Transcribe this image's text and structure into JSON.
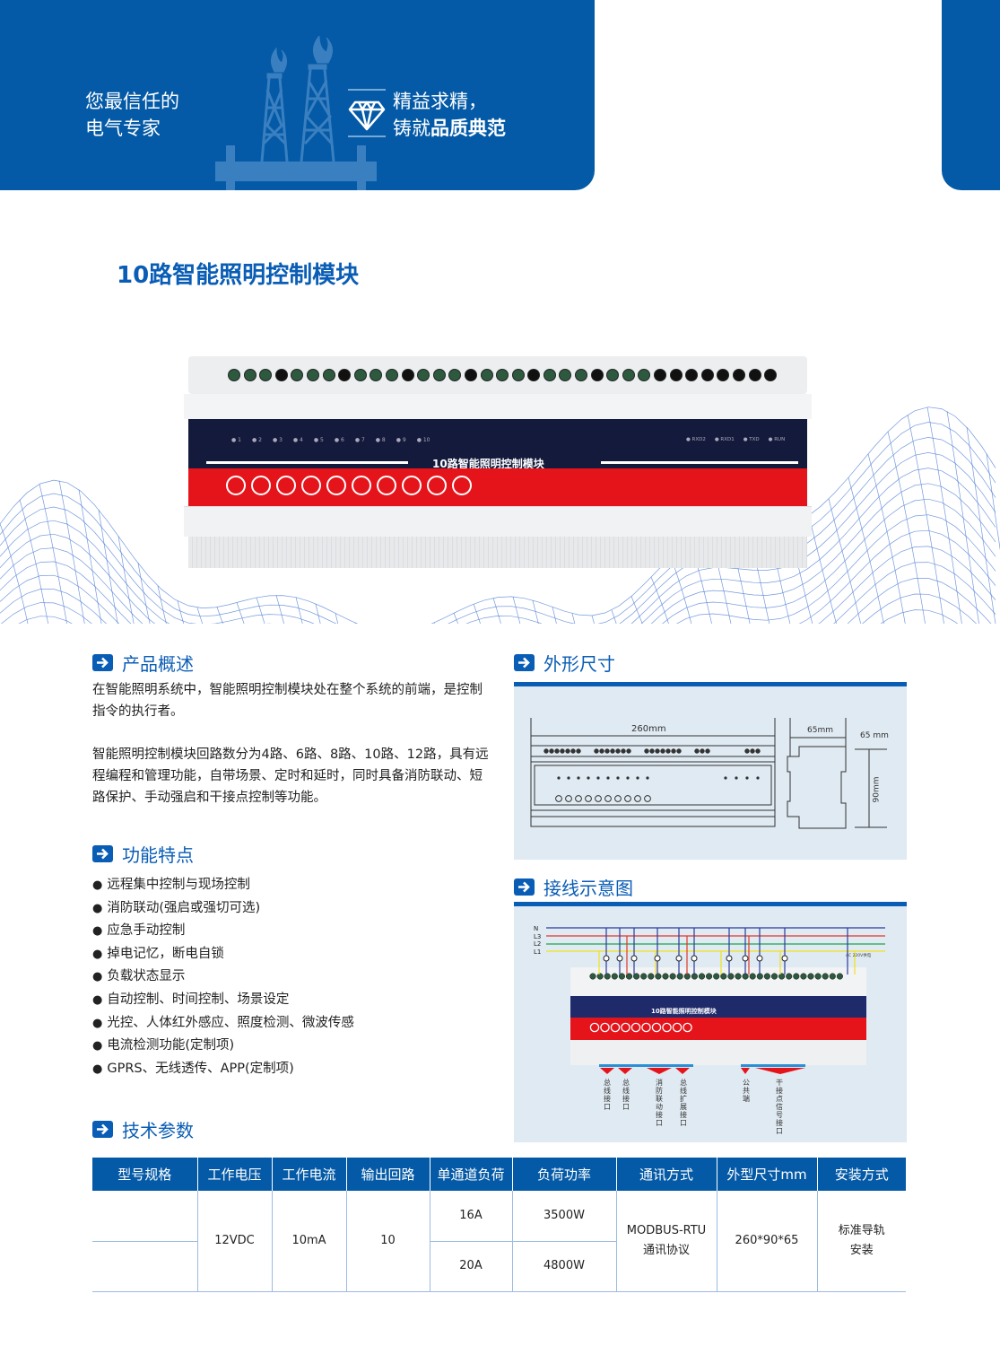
{
  "header": {
    "tagline_line1": "您最信任的",
    "tagline_line2": "电气专家",
    "slogan_line1": "精益求精，",
    "slogan_line2_normal": "铸就",
    "slogan_line2_bold": "品质典范",
    "icon": "diamond-icon",
    "brand_color": "#045aa6"
  },
  "product": {
    "title": "10路智能照明控制模块",
    "device_label": "10路智能照明控制模块",
    "channel_numbers": [
      "1",
      "2",
      "3",
      "4",
      "5",
      "6",
      "7",
      "8",
      "9",
      "10"
    ],
    "status_leds": [
      "RXD2",
      "RXD1",
      "TXD",
      "RUN"
    ]
  },
  "overview": {
    "heading": "产品概述",
    "paragraphs": [
      "在智能照明系统中，智能照明控制模块处在整个系统的前端，是控制指令的执行者。",
      "智能照明控制模块回路数分为4路、6路、8路、10路、12路，具有远程编程和管理功能，自带场景、定时和延时，同时具备消防联动、短路保护、手动强启和干接点控制等功能。"
    ]
  },
  "features": {
    "heading": "功能特点",
    "items": [
      "远程集中控制与现场控制",
      "消防联动(强启或强切可选)",
      "应急手动控制",
      "掉电记忆，断电自锁",
      "负载状态显示",
      "自动控制、时间控制、场景设定",
      "光控、人体红外感应、照度检测、微波传感",
      "电流检测功能(定制项)",
      "GPRS、无线透传、APP(定制项)"
    ]
  },
  "dimensions": {
    "heading": "外形尺寸",
    "width_label": "260mm",
    "depth_label": "65mm",
    "depth_label2": "65 mm",
    "height_label": "90mm"
  },
  "wiring": {
    "heading": "接线示意图",
    "lines": [
      "N",
      "L3",
      "L2",
      "L1"
    ],
    "supply_label": "AC 220V供电",
    "port_labels": [
      "总线接口",
      "总线接口",
      "消防联动接口",
      "总线扩展接口",
      "公共端",
      "干接点信号接口"
    ],
    "line_colors": [
      "#2b3aa0",
      "#e0362b",
      "#1fa34a",
      "#f2e21a"
    ]
  },
  "specs": {
    "heading": "技术参数",
    "columns": [
      "型号规格",
      "工作电压",
      "工作电流",
      "输出回路",
      "单通道负荷",
      "负荷功率",
      "通讯方式",
      "外型尺寸mm",
      "安装方式"
    ],
    "model": "",
    "voltage": "12VDC",
    "current": "10mA",
    "circuits": "10",
    "rows": [
      {
        "load": "16A",
        "power": "3500W"
      },
      {
        "load": "20A",
        "power": "4800W"
      }
    ],
    "comm_line1": "MODBUS-RTU",
    "comm_line2": "通讯协议",
    "size": "260*90*65",
    "mount_line1": "标准导轨",
    "mount_line2": "安装"
  }
}
